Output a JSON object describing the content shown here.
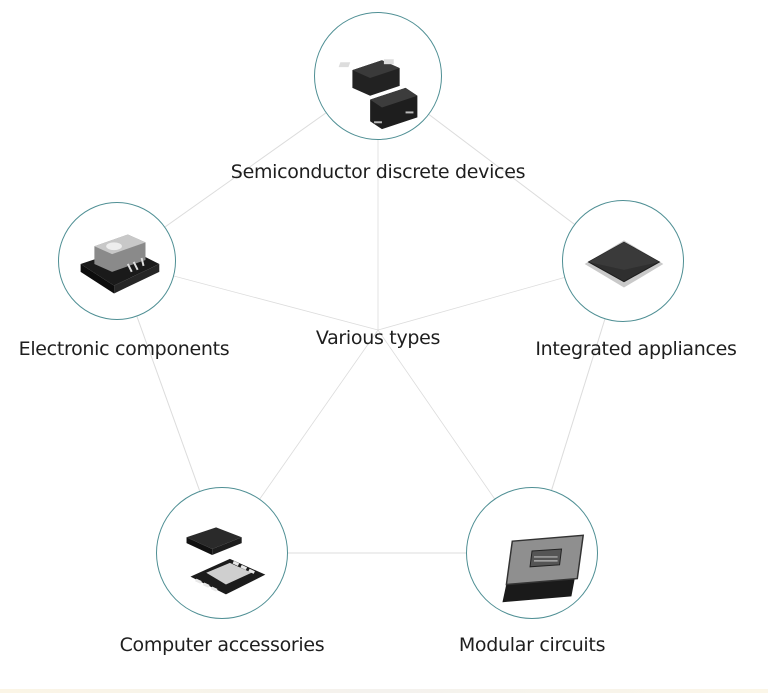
{
  "diagram": {
    "type": "radial-pentagon",
    "center_label": "Various types",
    "colors": {
      "circle_border": "#4f8f94",
      "connector_line": "#dcdcdc",
      "text": "#1e1e1e",
      "background": "#ffffff"
    },
    "nodes": [
      {
        "id": "semiconductor",
        "label": "Semiconductor discrete devices",
        "icon": "smd-discrete-packages-icon"
      },
      {
        "id": "electronic",
        "label": "Electronic components",
        "icon": "sensor-module-icon"
      },
      {
        "id": "integrated",
        "label": "Integrated appliances",
        "icon": "qfp-chip-icon"
      },
      {
        "id": "computer",
        "label": "Computer accessories",
        "icon": "dfn-package-icon"
      },
      {
        "id": "modular",
        "label": "Modular circuits",
        "icon": "cpu-processor-icon"
      }
    ],
    "edges": [
      [
        "semiconductor",
        "integrated"
      ],
      [
        "integrated",
        "modular"
      ],
      [
        "modular",
        "computer"
      ],
      [
        "computer",
        "electronic"
      ],
      [
        "electronic",
        "semiconductor"
      ],
      [
        "center",
        "semiconductor"
      ],
      [
        "center",
        "electronic"
      ],
      [
        "center",
        "integrated"
      ],
      [
        "center",
        "computer"
      ],
      [
        "center",
        "modular"
      ]
    ]
  }
}
